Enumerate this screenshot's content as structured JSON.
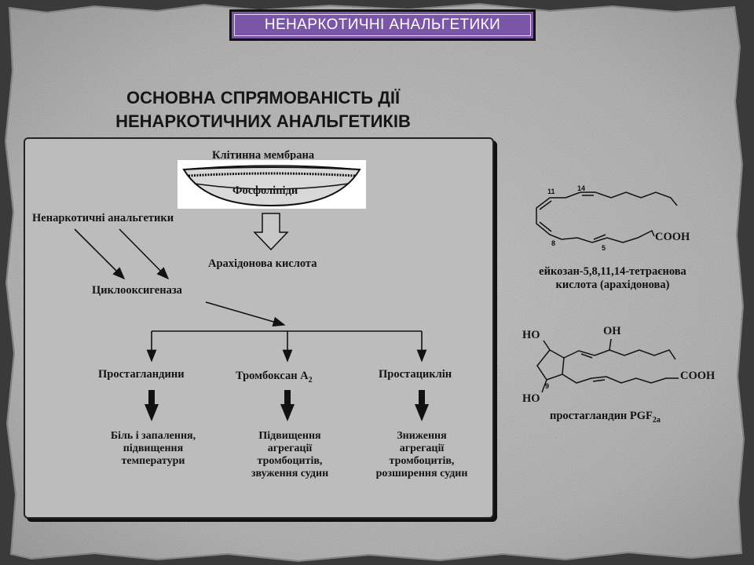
{
  "title": "НЕНАРКОТИЧНІ АНАЛЬГЕТИКИ",
  "heading": {
    "line1": "ОСНОВНА СПРЯМОВАНІСТЬ ДІЇ",
    "line2": "НЕНАРКОТИЧНИХ АНАЛЬГЕТИКІВ"
  },
  "diagram": {
    "membrane": "Клітинна мембрана",
    "phospholipids": "Фосфоліпіди",
    "analgesics": "Ненаркотичні анальгетики",
    "arachidonic_acid": "Арахідонова кислота",
    "cyclooxygenase": "Циклооксигеназа",
    "products": [
      {
        "name": "Простагландини",
        "effect": [
          "Біль і запалення,",
          "підвищення",
          "температури"
        ]
      },
      {
        "name": "Тромбоксан А",
        "sub": "2",
        "effect": [
          "Підвищення",
          "агрегації",
          "тромбоцитів,",
          "звуження судин"
        ]
      },
      {
        "name": "Простациклін",
        "effect": [
          "Зниження",
          "агрегації",
          "тромбоцитів,",
          "розширення судин"
        ]
      }
    ]
  },
  "arachidonic_structure": {
    "group": "COOH",
    "numbers": [
      "11",
      "14",
      "8",
      "5"
    ],
    "caption_line1": "ейкозан-5,8,11,14-тетраєнова",
    "caption_line2": "кислота (арахідонова)"
  },
  "prostaglandin_structure": {
    "oh_top": "OH",
    "ho_left_top": "HO",
    "ho_left_bottom": "HO",
    "group": "COOH",
    "number": "9",
    "caption": "простагландин PGF",
    "caption_sub": "2a"
  }
}
